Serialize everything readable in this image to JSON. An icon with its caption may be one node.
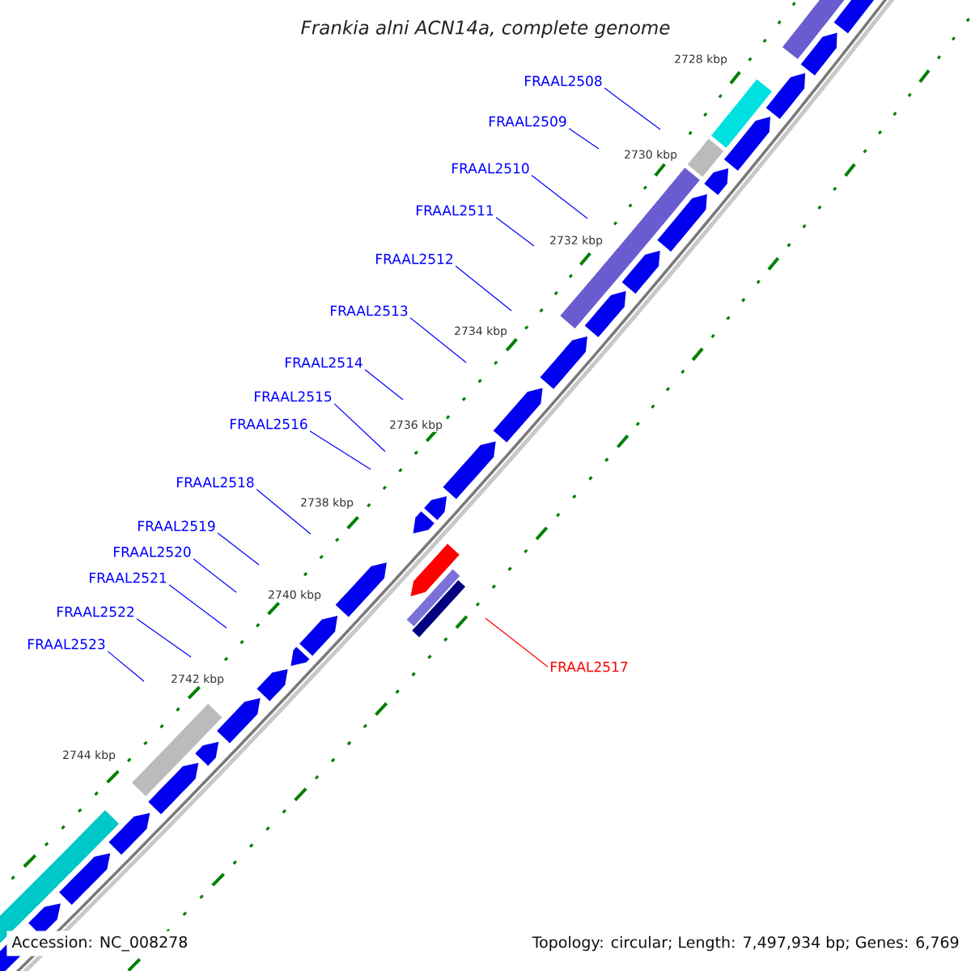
{
  "diagram": {
    "title": "Frankia alni ACN14a, complete genome",
    "nodes": [
      {
        "text": [
          "FRAAL2508"
        ]
      },
      {
        "text": [
          "FRAAL2509"
        ]
      },
      {
        "text": [
          "FRAAL2510"
        ]
      },
      {
        "text": [
          "FRAAL2511"
        ]
      },
      {
        "text": [
          "FRAAL2512"
        ]
      },
      {
        "text": [
          "FRAAL2513"
        ]
      },
      {
        "text": [
          "FRAAL2514"
        ]
      },
      {
        "text": [
          "FRAAL2515"
        ]
      },
      {
        "text": [
          "FRAAL2516"
        ]
      },
      {
        "text": [
          "FRAAL2518"
        ]
      },
      {
        "text": [
          "FRAAL2519"
        ]
      },
      {
        "text": [
          "FRAAL2520"
        ]
      },
      {
        "text": [
          "FRAAL2521"
        ]
      },
      {
        "text": [
          "FRAAL2522"
        ]
      },
      {
        "text": [
          "FRAAL2523"
        ]
      },
      {
        "text": [
          "FRAAL2517"
        ]
      }
    ],
    "edges": [
      {
        "from": 0,
        "to": null,
        "arrow": "none"
      },
      {
        "from": 1,
        "to": null,
        "arrow": "none"
      },
      {
        "from": 2,
        "to": null,
        "arrow": "none"
      },
      {
        "from": 3,
        "to": null,
        "arrow": "none"
      },
      {
        "from": 4,
        "to": null,
        "arrow": "none"
      },
      {
        "from": 5,
        "to": null,
        "arrow": "none"
      },
      {
        "from": 6,
        "to": null,
        "arrow": "none"
      },
      {
        "from": 7,
        "to": null,
        "arrow": "none"
      },
      {
        "from": 8,
        "to": null,
        "arrow": "none"
      },
      {
        "from": 9,
        "to": null,
        "arrow": "none"
      },
      {
        "from": 10,
        "to": null,
        "arrow": "none"
      },
      {
        "from": 11,
        "to": null,
        "arrow": "none"
      },
      {
        "from": 12,
        "to": null,
        "arrow": "none"
      },
      {
        "from": 13,
        "to": null,
        "arrow": "none"
      },
      {
        "from": 14,
        "to": null,
        "arrow": "none"
      },
      {
        "from": 15,
        "to": null,
        "arrow": "none",
        "color": "#ff0000"
      }
    ],
    "labels": [
      "2728 kbp",
      "2730 kbp",
      "2732 kbp",
      "2734 kbp",
      "2736 kbp",
      "2738 kbp",
      "2740 kbp",
      "2742 kbp",
      "2744 kbp",
      "Accession: NC_008278",
      "Topology: circular; Length: 7,497,934 bp; Genes: 6,769"
    ]
  }
}
